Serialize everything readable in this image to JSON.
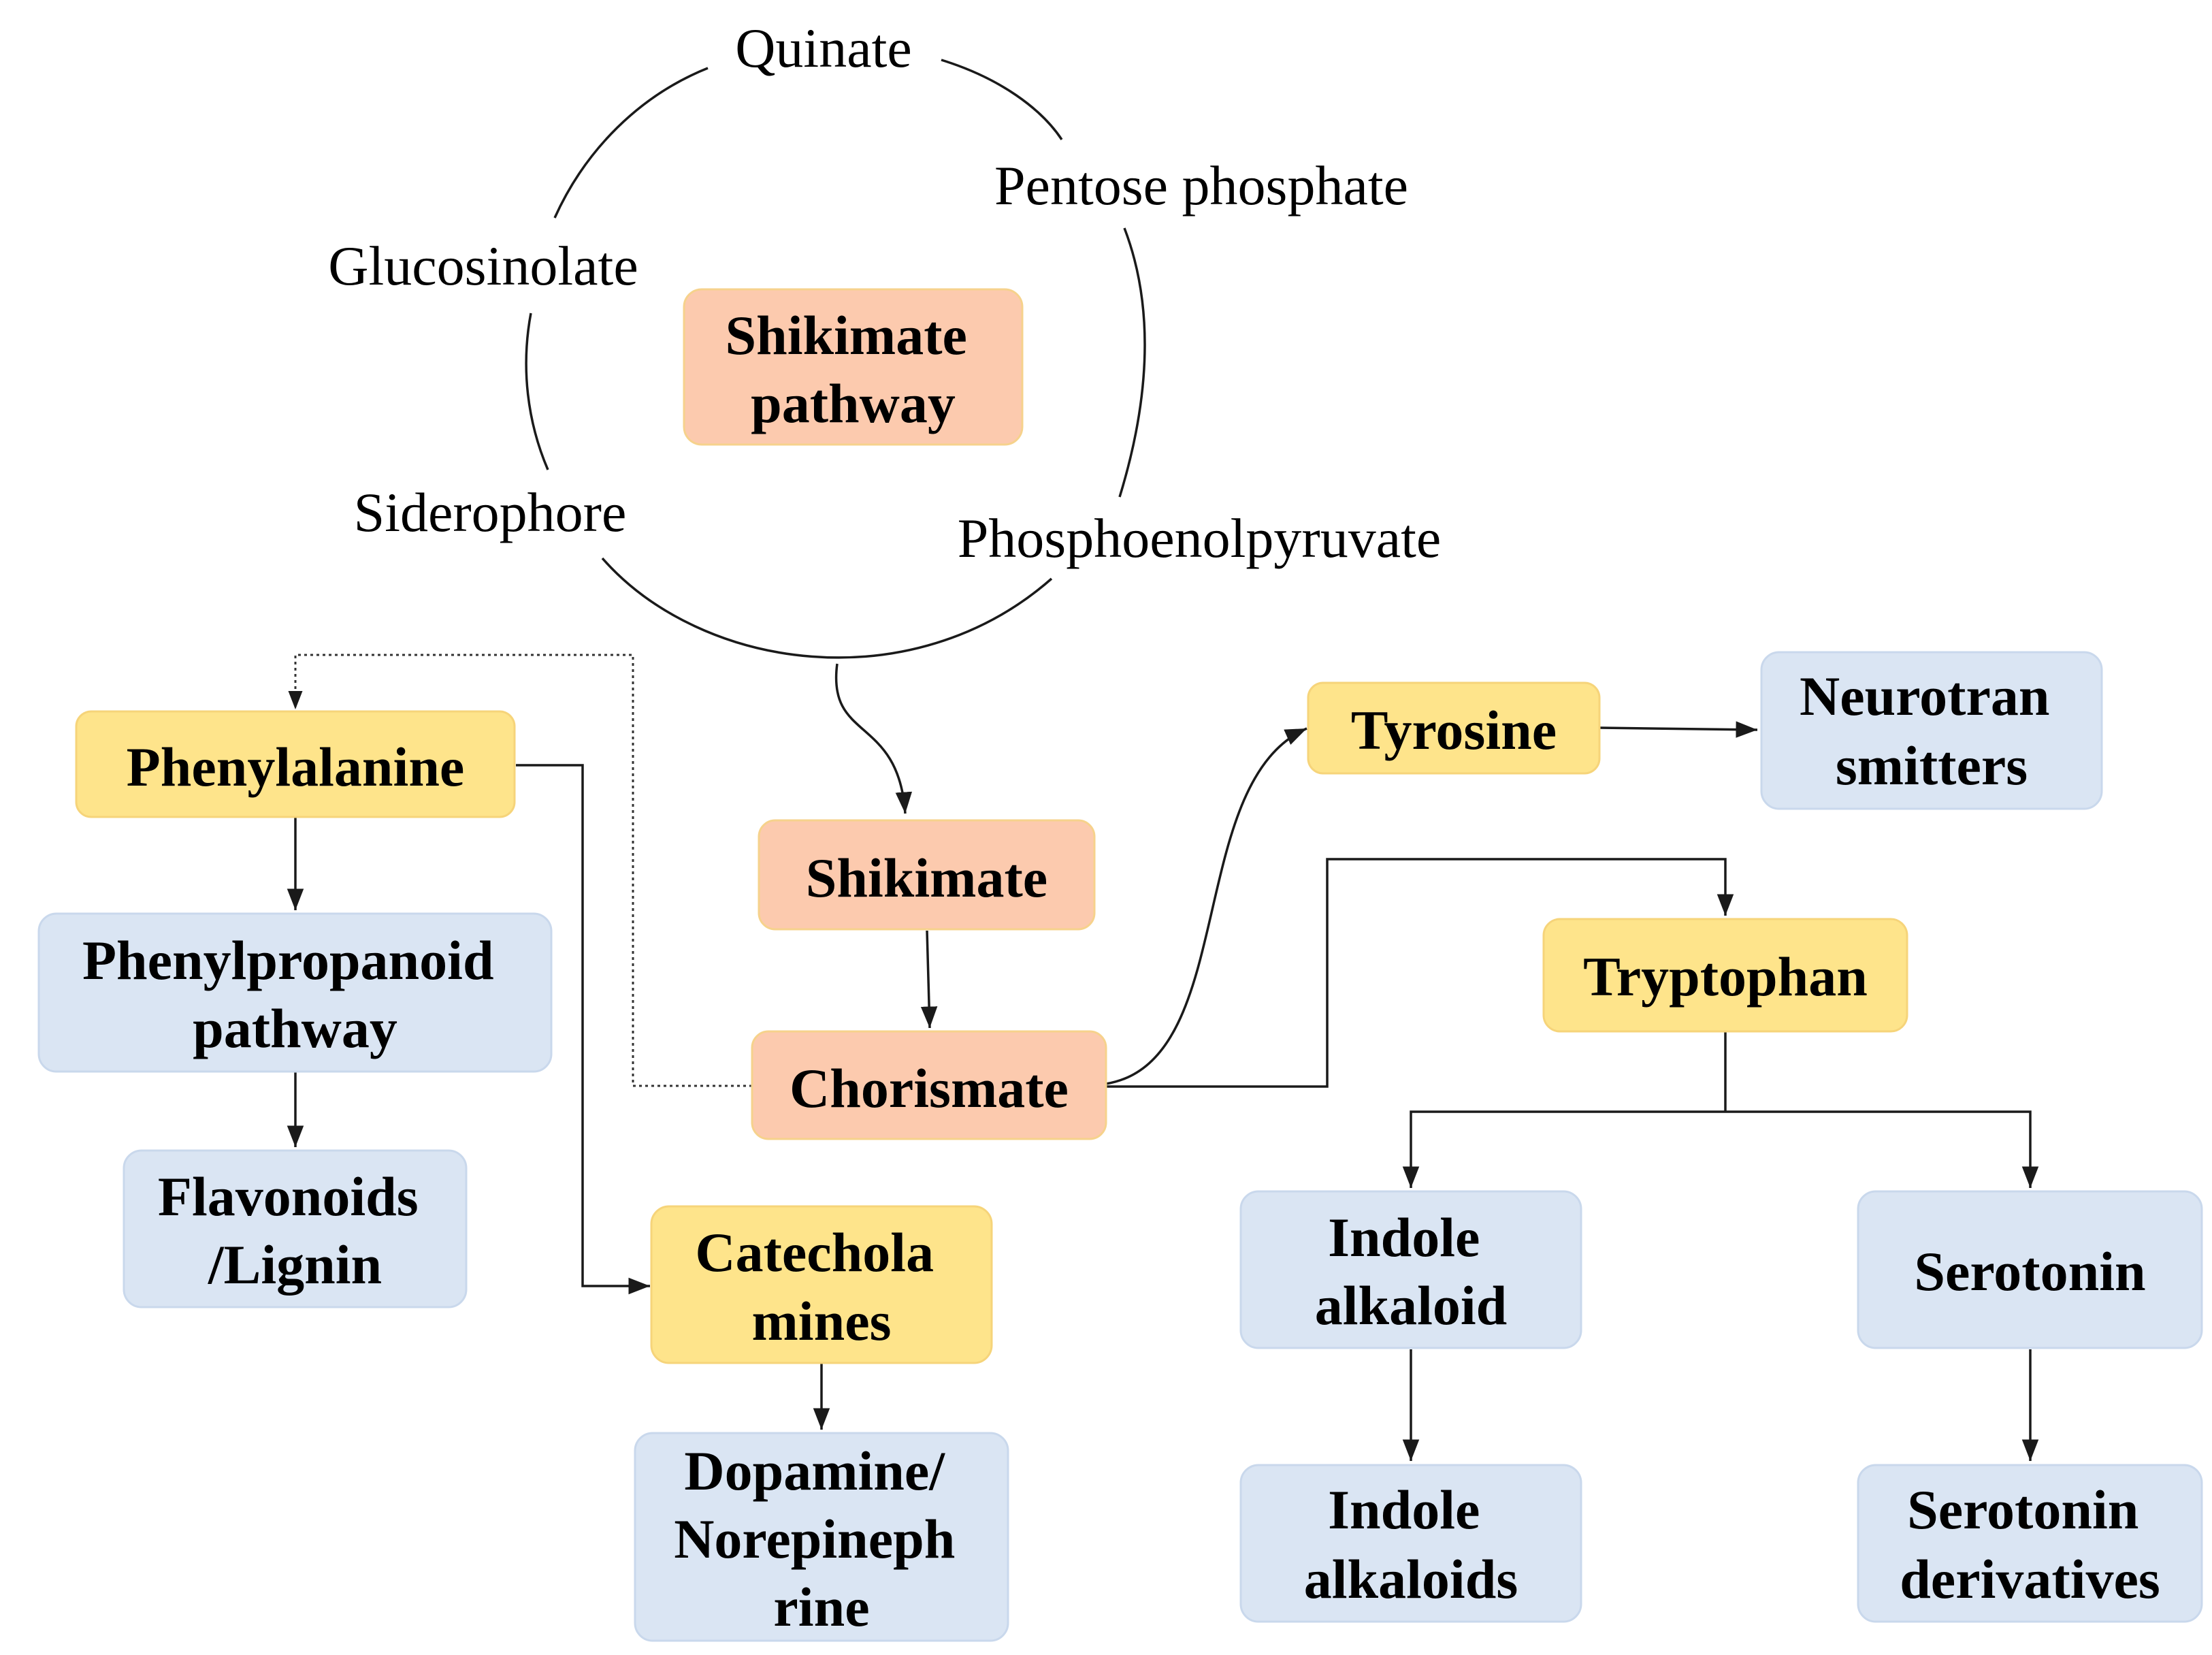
{
  "colors": {
    "orange_fill": "#FCCAAE",
    "orange_stroke": "#F6D28C",
    "yellow_fill": "#FEE48B",
    "yellow_stroke": "#F6D47A",
    "blue_fill": "#DAE5F3",
    "blue_stroke": "#C9D8EC",
    "line": "#1a1a1a"
  },
  "cycle": {
    "center_label": [
      "Shikimate",
      "pathway"
    ],
    "quinate": "Quinate",
    "pentose_phosphate": "Pentose phosphate",
    "glucosinolate": "Glucosinolate",
    "siderophore": "Siderophore",
    "phosphoenolpyruvate": "Phosphoenolpyruvate"
  },
  "nodes": {
    "shikimate": [
      "Shikimate"
    ],
    "chorismate": [
      "Chorismate"
    ],
    "phenylalanine": [
      "Phenylalanine"
    ],
    "phenylpropanoid": [
      "Phenylpropanoid",
      "pathway"
    ],
    "flavonoids": [
      "Flavonoids",
      "/Lignin"
    ],
    "catecholamines": [
      "Catechola",
      "mines"
    ],
    "dopamine": [
      "Dopamine/",
      "Norepineph",
      "rine"
    ],
    "tyrosine": [
      "Tyrosine"
    ],
    "neurotransmitters": [
      "Neurotran",
      "smitters"
    ],
    "tryptophan": [
      "Tryptophan"
    ],
    "indole_alkaloid": [
      "Indole",
      "alkaloid"
    ],
    "indole_alkaloids": [
      "Indole",
      "alkaloids"
    ],
    "serotonin": [
      "Serotonin"
    ],
    "serotonin_derivatives": [
      "Serotonin",
      "derivatives"
    ]
  }
}
